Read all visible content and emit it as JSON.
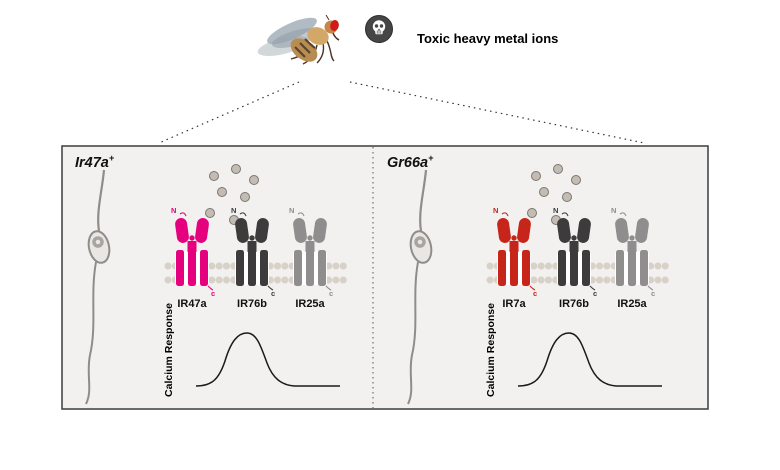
{
  "header": {
    "toxin_label": "Toxic heavy metal ions"
  },
  "colors": {
    "receptor_ir47a": "#e5007e",
    "receptor_ir7a": "#c7251a",
    "receptor_ir76b": "#3d3b3c",
    "receptor_ir25a": "#8f8d8e",
    "membrane": "#d8d1c8",
    "ion_fill": "#c2bcb5",
    "ion_stroke": "#7c766f",
    "panel_background": "#f2f1ef",
    "panel_border": "#3c3c3c"
  },
  "panels": [
    {
      "title": "Ir47a",
      "title_sup": "+",
      "axis_label": "Calcium Response",
      "receptors": [
        {
          "name": "IR47a",
          "color": "#e5007e",
          "n_label": "N",
          "c_label": "c"
        },
        {
          "name": "IR76b",
          "color": "#3d3b3c",
          "n_label": "N",
          "c_label": "c"
        },
        {
          "name": "IR25a",
          "color": "#8f8d8e",
          "n_label": "N",
          "c_label": "c"
        }
      ]
    },
    {
      "title": "Gr66a",
      "title_sup": "+",
      "axis_label": "Calcium Response",
      "receptors": [
        {
          "name": "IR7a",
          "color": "#c7251a",
          "n_label": "N",
          "c_label": "c"
        },
        {
          "name": "IR76b",
          "color": "#3d3b3c",
          "n_label": "N",
          "c_label": "c"
        },
        {
          "name": "IR25a",
          "color": "#8f8d8e",
          "n_label": "N",
          "c_label": "c"
        }
      ]
    }
  ]
}
